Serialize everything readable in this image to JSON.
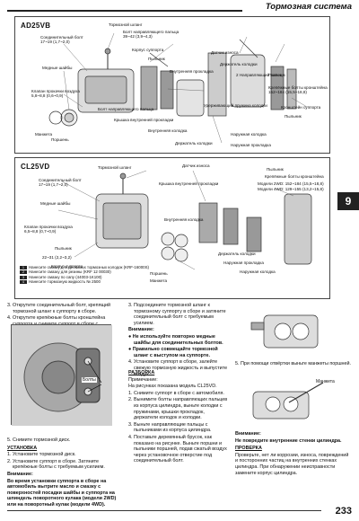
{
  "header": {
    "title": "Тормозная система"
  },
  "tab_number": "9",
  "page_number": "233",
  "diagram1": {
    "model": "AD25VB",
    "labels": [
      "Соединительный болт\n17~19 (1,7~2,0)",
      "Медные шайбы",
      "Клапан прокачки воздуха\n5,8~8,8 (0,6~0,9)",
      "Манжета",
      "Поршень",
      "Тормозной шланг",
      "Болт направляющего пальца\n39~42 (3,9~4,3)",
      "Корпус суппорта",
      "Пыльник",
      "Внутренняя прокладка",
      "Болт направляющего пальца",
      "Крышка внутренней прокладки",
      "Внутренняя колодка",
      "Датчик износа",
      "Держатель колодки",
      "2 Направляющий палец",
      "Пыльник",
      "Удерживающий пружина колодки",
      "Держатель колодки",
      "Наружная колодка",
      "Наружная прокладка",
      "Крепёжные болты кронштейна\n152~184 (15,5~18,8)",
      "Кронштейн суппорта",
      "Пыльник"
    ]
  },
  "diagram2": {
    "model": "CL25VD",
    "labels": [
      "Соединительный болт\n17~19 (1,7~2,0)",
      "Медные шайбы",
      "Клапан прокачки воздуха\n6,5~8,8 (0,7~0,9)",
      "Пыльник",
      "22~31 (2,2~3,2)",
      "Корпус суппорта",
      "Тормозной шланг",
      "Крышка внутренней прокладки",
      "Датчик износа",
      "Пыльник",
      "Внутренняя колодка",
      "Держатель колодки",
      "Наружная прокладка",
      "Наружная колодка",
      "Крепёжные болты кронштейна",
      "Модели 2WD: 152~184 (15,5~18,8)",
      "Модели 4WD: 129~155 (13,2~15,8)",
      "Поршень",
      "Манжета"
    ]
  },
  "legend": [
    {
      "code": "1",
      "text": "Нанесите смазку для дисковых тормозных колодок (KRF-16000S)"
    },
    {
      "code": "2",
      "text": "Нанесите смазку для резины (KRF 12 00030)"
    },
    {
      "code": "3",
      "text": "Нанесите смазку по сапу (44003-1K100)"
    },
    {
      "code": "4",
      "text": "Нанесите тормозную жидкость № 2500"
    }
  ],
  "col1": [
    "3. Открутите соединительный болт, крепящий тормозной шланг к суппорту в сборе.",
    "4. Открутите крепёжные болты кронштейна суппорта и снимите суппорт в сборе с автомобиля."
  ],
  "photo1": {
    "label": "Болты"
  },
  "col1b": [
    "5. Снимите тормозной диск.",
    "УСТАНОВКА",
    "1. Установите тормозной диск.",
    "2. Установите суппорт в сборе. Затяните крепёжные болты с требуемым усилием.",
    "Внимание:",
    "Во время установки суппорта в сборе на автомобиль вытрите масло и смазку с поверхностей посадки шайбы и суппорта на шпиндель поворотного кулака (модели 2WD) или на поворотный кулак (модели 4WD)."
  ],
  "col2": [
    "3. Подсоедините тормозной шланг к тормозному суппорту в сборе и затяните соединительный болт с требуемым усилием.",
    "Внимание:",
    "● Не используйте повторно медные шайбы для соединительных болтов.",
    "● Правильно совмещайте тормозной шланг с выступом на суппорте.",
    "4. Установите суппорт в сборе, залейте свежую тормозную жидкость и выпустите воздух."
  ],
  "col2b": [
    "РАЗБОРКА",
    "Примечание:",
    "На рисунках показана модель CL25VD.",
    "1. Снимите суппорт в сборе с автомобиля.",
    "2. Вынимите болты направляющих пальцев из корпуса цилиндра, выньте колодки с пружинами, крышки прокладок, держатели колодок и колодки.",
    "3. Выньте направляющие пальцы с пыльниками из корпуса цилиндра.",
    "4. Поставьте деревянный брусок, как показано на рисунке. Выньте поршни и пыльники поршней, подав сжатый воздух через установочное отверстие под соединительный болт."
  ],
  "col3": [
    "5. При помощи отвёртки выньте манжеты поршней."
  ],
  "col3b": [
    "Внимание:",
    "Не повредите внутренние стенки цилиндра.",
    "ПРОВЕРКА",
    "Проверьте, нет ли коррозии, износа, повреждений и посторонних частиц на внутренних стенках цилиндра. При обнаружении неисправности замените корпус цилиндра."
  ],
  "photo3": {
    "label": "Манжета"
  }
}
